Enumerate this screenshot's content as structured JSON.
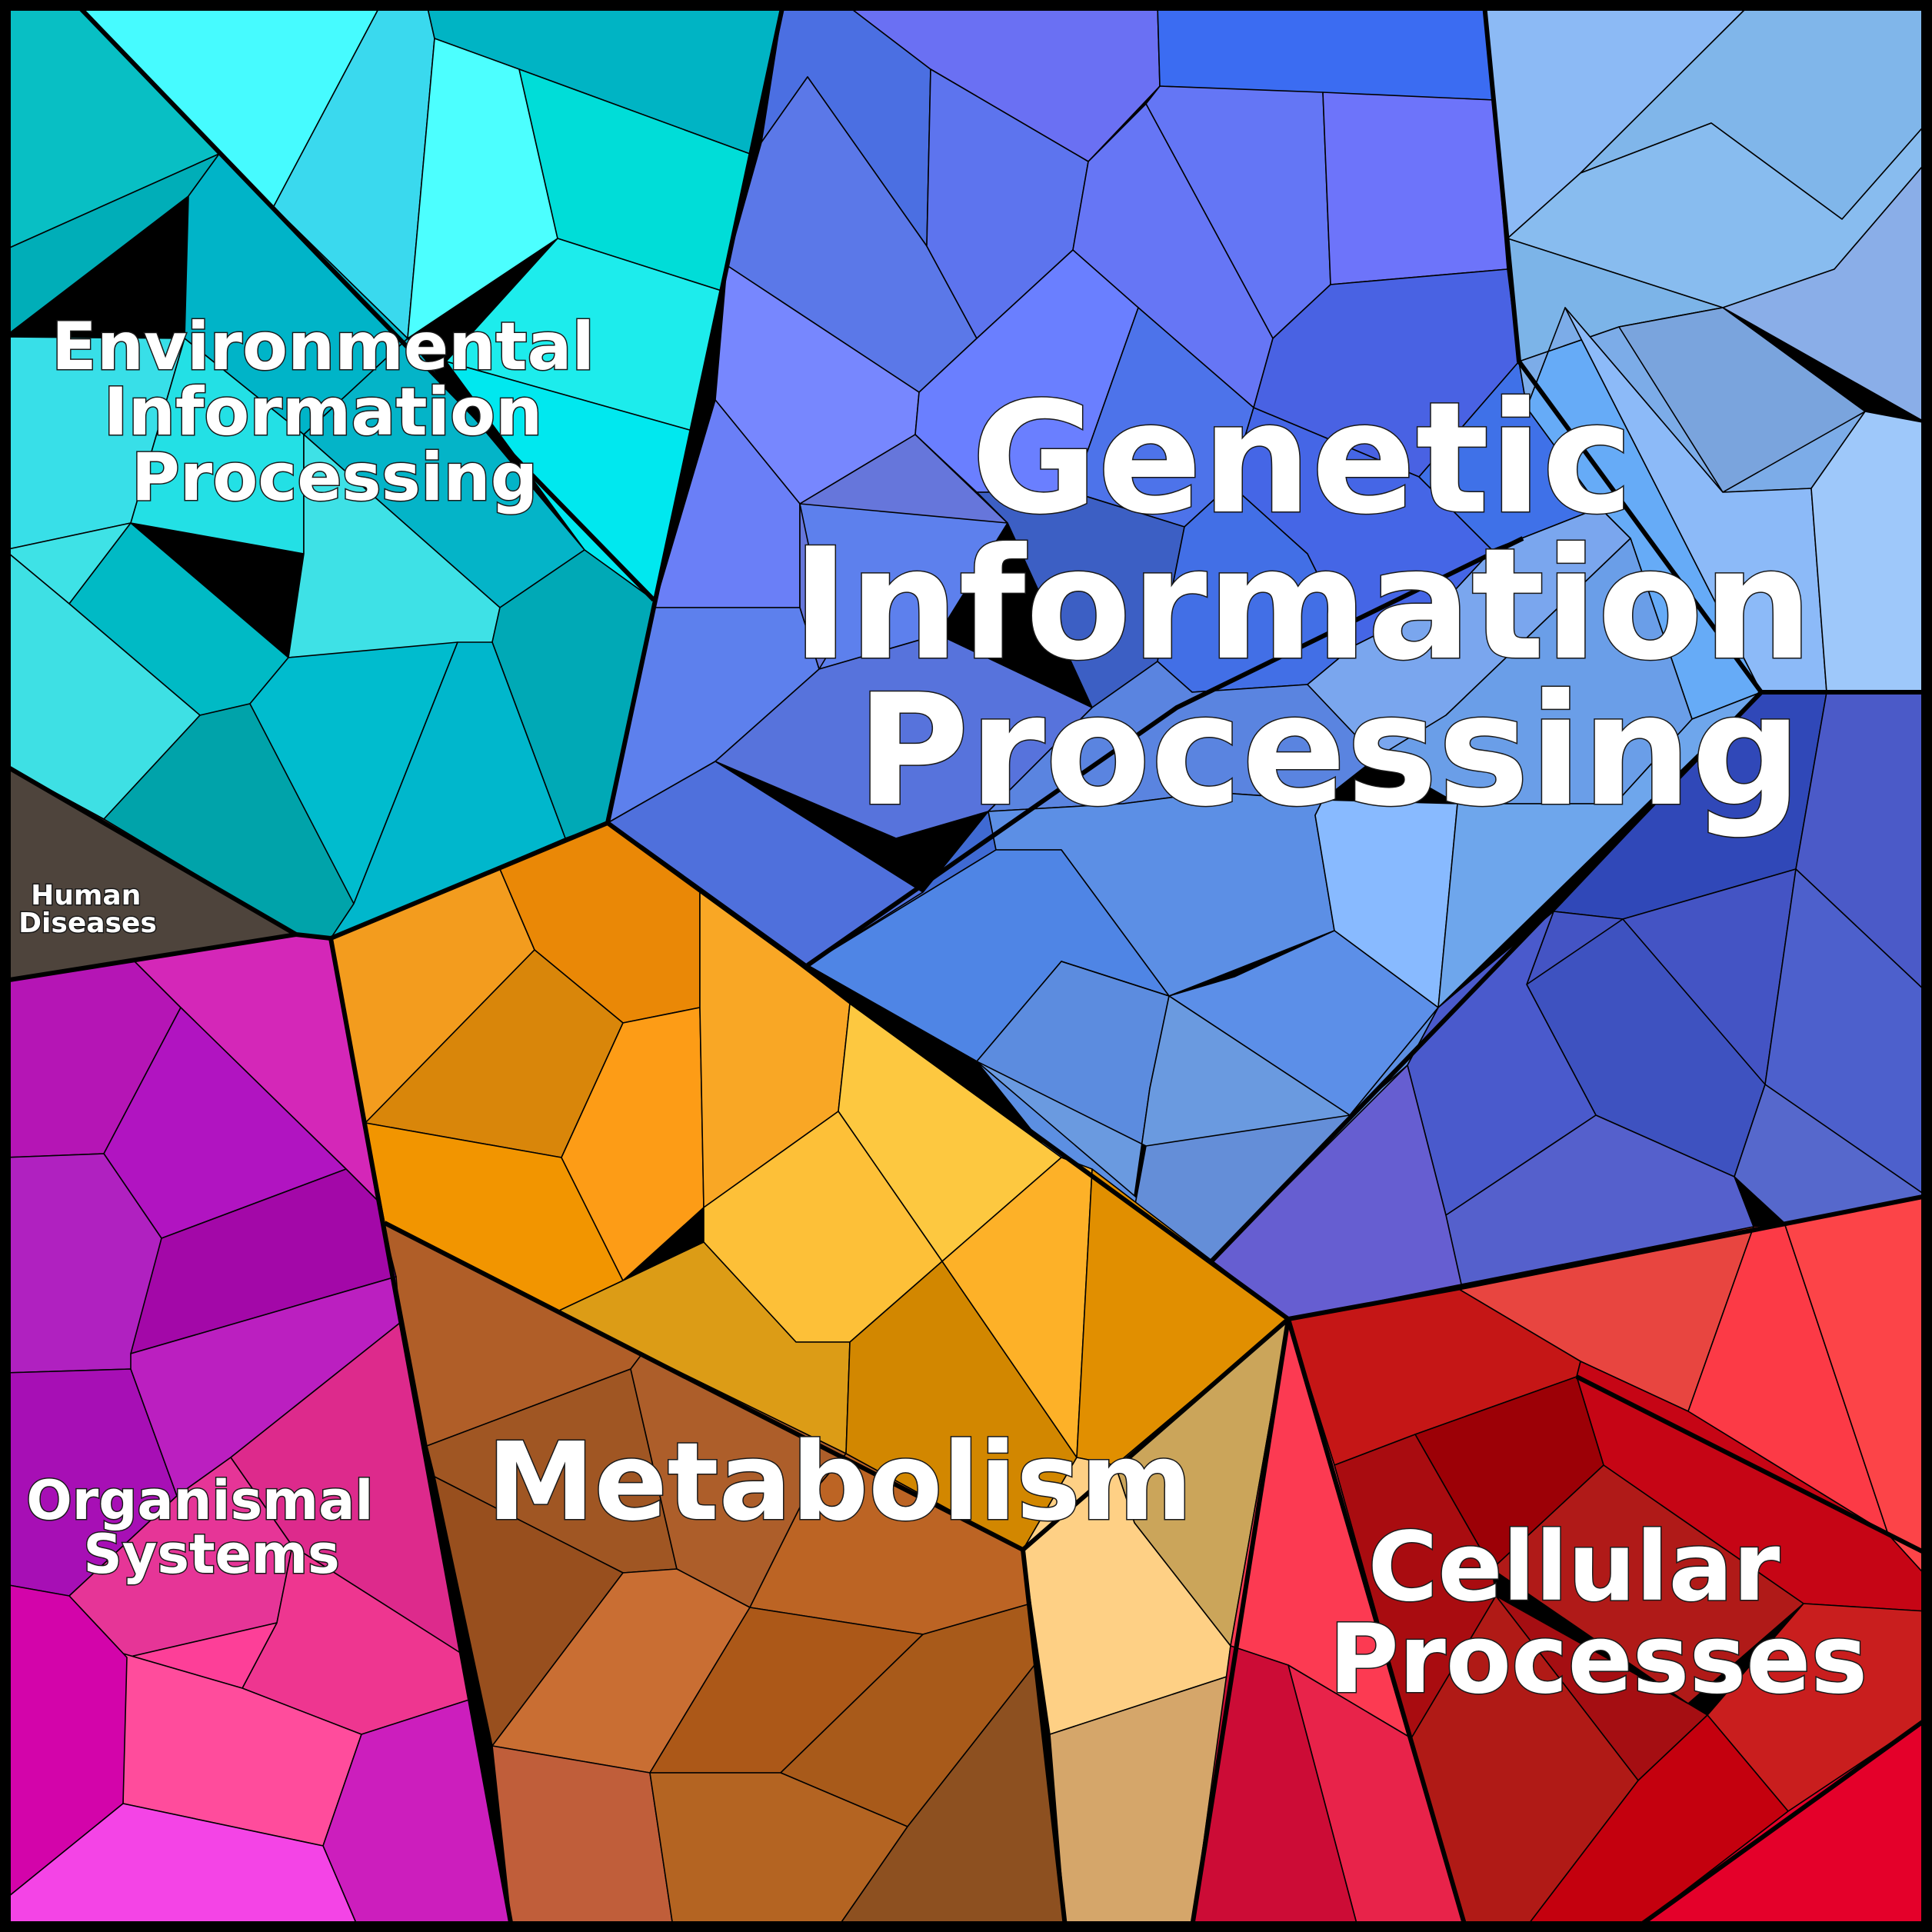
{
  "diagram": {
    "regions": [
      {
        "id": "genetic",
        "label": [
          "Genetic",
          "Information",
          "Processing"
        ],
        "color": "#5a74e8"
      },
      {
        "id": "environmental",
        "label": [
          "Environmental",
          "Information",
          "Processing"
        ],
        "color": "#16c9d8"
      },
      {
        "id": "metabolism",
        "label": [
          "Metabolism"
        ],
        "color": "#d98a1e"
      },
      {
        "id": "cellular",
        "label": [
          "Cellular",
          "Processes"
        ],
        "color": "#d11a2a"
      },
      {
        "id": "organismal",
        "label": [
          "Organismal",
          "Systems"
        ],
        "color": "#c0189e"
      },
      {
        "id": "human",
        "label": [
          "Human",
          "Diseases"
        ],
        "color": "#4e443c"
      }
    ]
  }
}
